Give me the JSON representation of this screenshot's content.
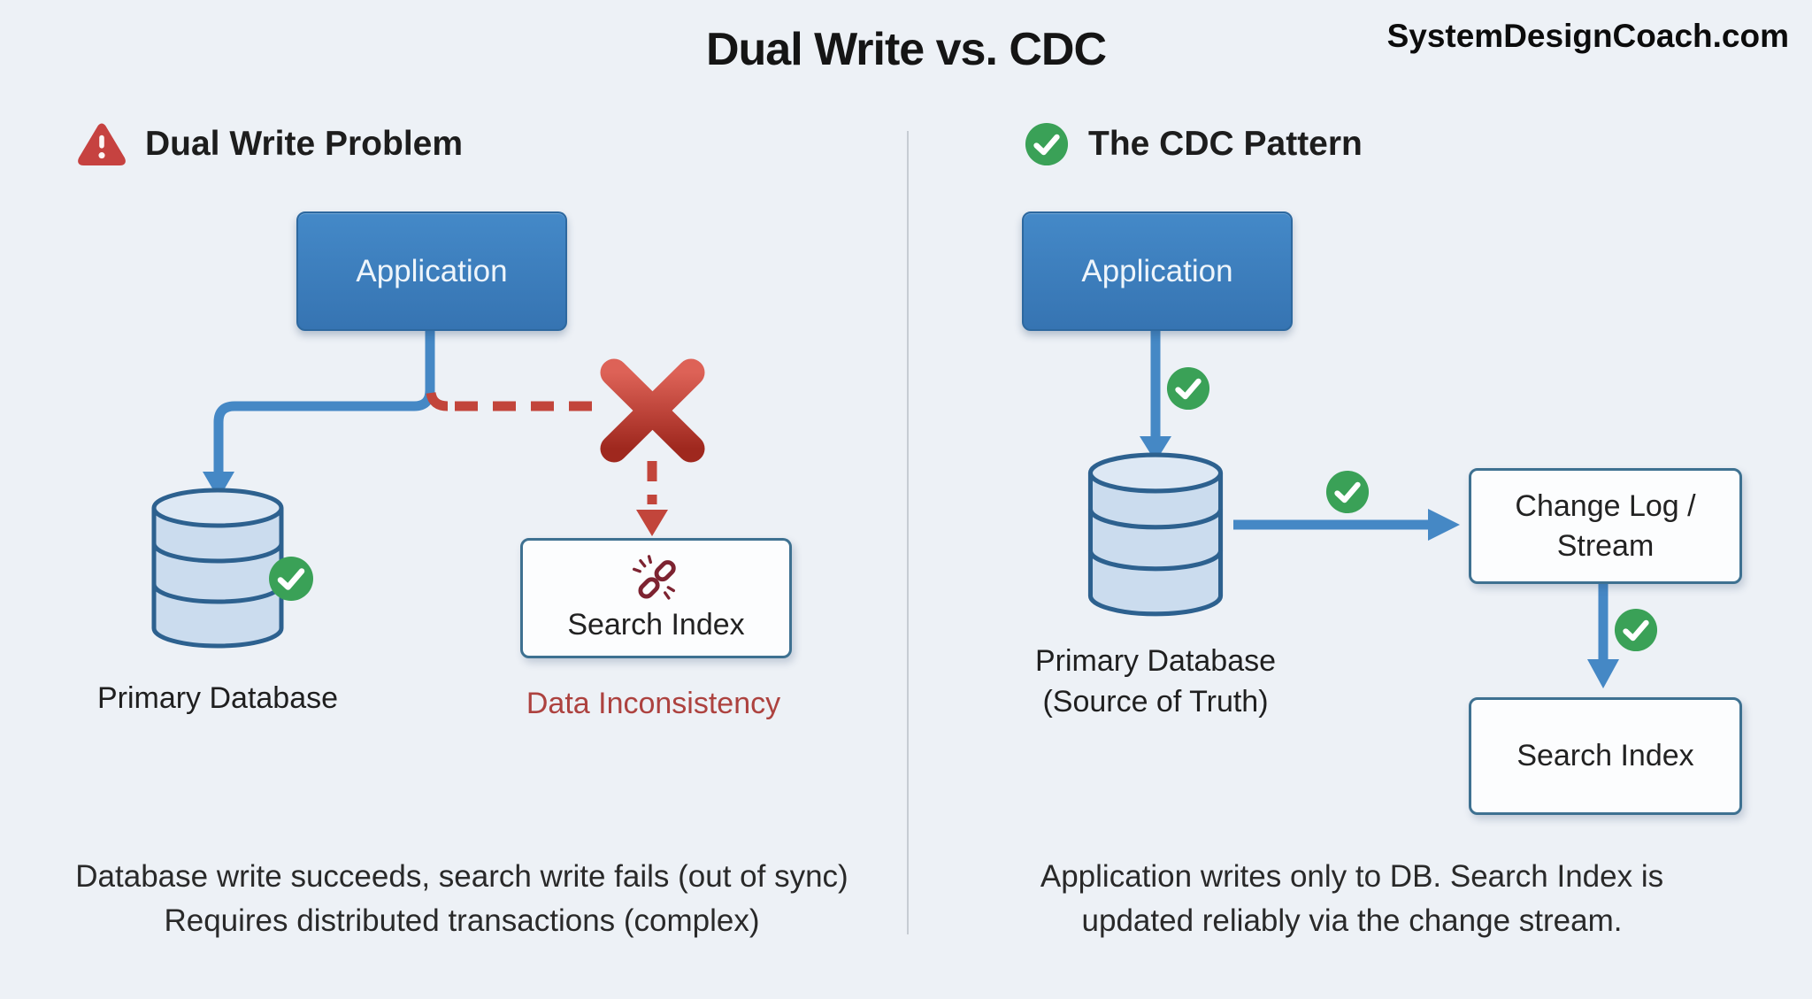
{
  "header": {
    "title": "Dual Write vs. CDC",
    "watermark": "SystemDesignCoach.com"
  },
  "left_panel": {
    "heading": "Dual Write Problem",
    "application_box": "Application",
    "primary_db_label": "Primary Database",
    "search_index_box": "Search Index",
    "inconsistency_label": "Data Inconsistency",
    "caption": {
      "line1": "Database write succeeds, search write fails (out of sync)",
      "line2": "Requires distributed transactions (complex)"
    }
  },
  "right_panel": {
    "heading": "The CDC Pattern",
    "application_box": "Application",
    "primary_db_label_line1": "Primary Database",
    "primary_db_label_line2": "(Source of Truth)",
    "change_log_box_line1": "Change Log /",
    "change_log_box_line2": "Stream",
    "search_index_box": "Search Index",
    "caption": {
      "line1": "Application writes only to DB. Search Index is",
      "line2": "updated reliably via the change stream."
    }
  },
  "icons": {
    "left_heading_icon": "warning-triangle-icon",
    "right_heading_icon": "check-circle-icon",
    "failure_icon": "x-mark-icon",
    "broken_link_icon": "broken-chain-icon",
    "success_badge_icon": "check-circle-icon",
    "database_icon": "database-cylinder-icon"
  },
  "colors": {
    "background": "#edf1f6",
    "application_blue": "#3b7ebd",
    "arrow_blue": "#4588c5",
    "success_green": "#3aa157",
    "error_red": "#c2453b",
    "x_red_dark": "#9f281e",
    "warning_red": "#c64240",
    "chain_maroon": "#7d2331",
    "inconsistency_text": "#ad423f",
    "box_border": "#3e7191",
    "cylinder_fill": "#cbdcee",
    "cylinder_stroke": "#2d618f",
    "text_dark": "#1f1f1f"
  }
}
